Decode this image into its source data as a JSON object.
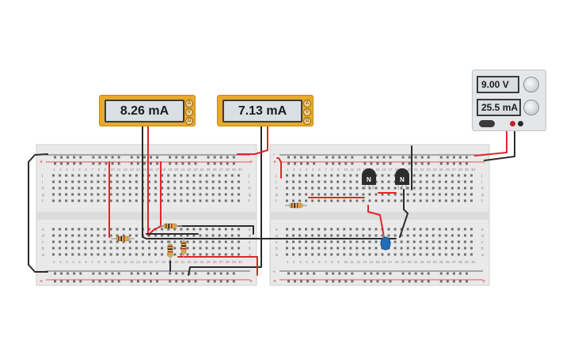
{
  "meters": [
    {
      "reading": "8.26 mA",
      "buttons": [
        "A",
        "V",
        "Ω"
      ]
    },
    {
      "reading": "7.13 mA",
      "buttons": [
        "A",
        "V",
        "Ω"
      ]
    }
  ],
  "power_supply": {
    "voltage": "9.00 V",
    "current": "25.5 mA"
  },
  "breadboard": {
    "column_numbers": [
      "1",
      "2",
      "3",
      "4",
      "5",
      "6",
      "7",
      "8",
      "9",
      "10",
      "11",
      "12",
      "13",
      "14",
      "15",
      "16",
      "17",
      "18",
      "19",
      "20",
      "21",
      "22",
      "23",
      "24",
      "25",
      "26",
      "27",
      "28",
      "29",
      "30"
    ],
    "top_rows": [
      "j",
      "i",
      "h",
      "g",
      "f"
    ],
    "bottom_rows": [
      "e",
      "d",
      "c",
      "b",
      "a"
    ],
    "rail_plus": "+",
    "rail_minus": "-"
  },
  "transistor_label": "N",
  "colors": {
    "wire_red": "#e0262b",
    "wire_black": "#2b2b2b",
    "meter_body": "#e8a92a",
    "breadboard": "#e9e9e9",
    "led": "#1f6fb4"
  }
}
